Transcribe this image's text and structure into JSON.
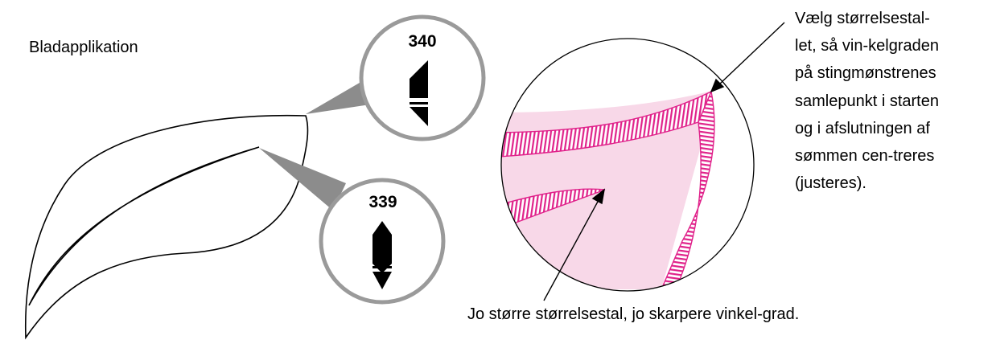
{
  "labels": {
    "leaf_caption": "Bladapplikation",
    "stitch_top": "340",
    "stitch_bottom": "339",
    "note_right_lines": [
      "Vælg størrelsestal-",
      "let, så vin-kelgraden",
      "på stingmønstrenes",
      "samlepunkt i starten",
      "og i afslutningen af",
      "sømmen cen-treres",
      "(justeres)."
    ],
    "note_bottom": "Jo større størrelsestal, jo skarpere vinkel-grad."
  },
  "icons": {
    "stitch_top_icon": "half-arrow-stitch-icon",
    "stitch_bottom_icon": "diamond-arrow-stitch-icon"
  },
  "colors": {
    "satin": "#e0218a",
    "fabric": "#f8d8e8",
    "callout_grey": "#8c8c8c",
    "outline": "#000000"
  }
}
